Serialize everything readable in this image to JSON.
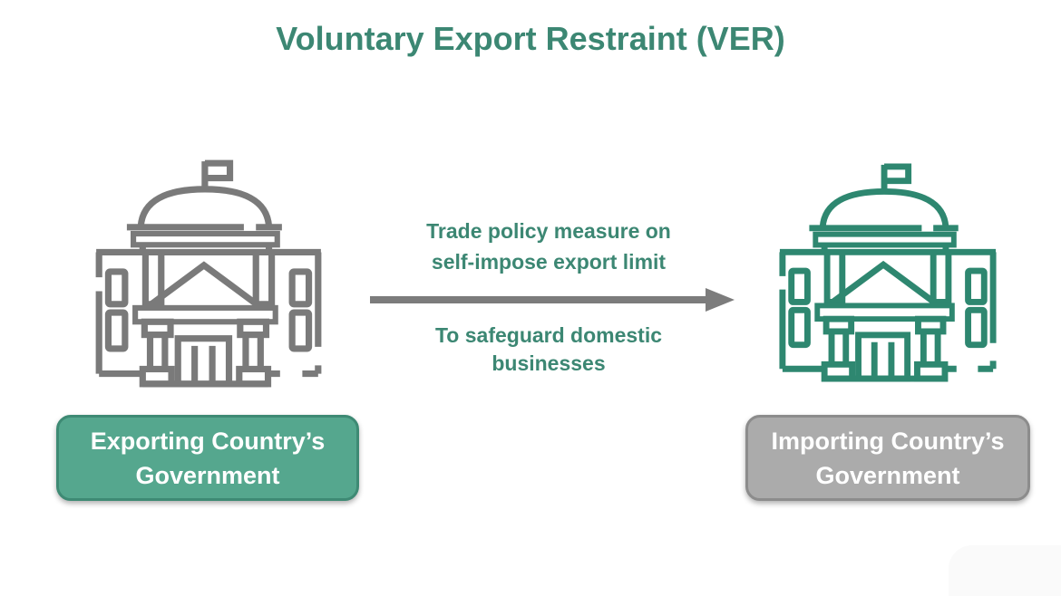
{
  "title": "Voluntary Export Restraint (VER)",
  "annotations": {
    "top_line1": "Trade policy measure on",
    "top_line2": "self-impose export limit",
    "bottom_line1": "To safeguard domestic",
    "bottom_line2": "businesses"
  },
  "left_entity": {
    "icon": "government-building-icon",
    "label_line1": "Exporting Country’s",
    "label_line2": "Government"
  },
  "right_entity": {
    "icon": "government-building-icon",
    "label_line1": "Importing Country’s",
    "label_line2": "Government"
  },
  "arrow": {
    "direction": "left-to-right"
  },
  "colors": {
    "teal_text": "#3C8773",
    "icon_gray": "#7A7A7A",
    "icon_teal": "#2E8770",
    "badge_teal_bg": "#55A78E",
    "badge_teal_border": "#3E8A74",
    "badge_gray_bg": "#ABABAB",
    "badge_gray_border": "#8C8C8C",
    "arrow_gray": "#7C7C7C",
    "watermark_bg": "#FAFAFA"
  }
}
